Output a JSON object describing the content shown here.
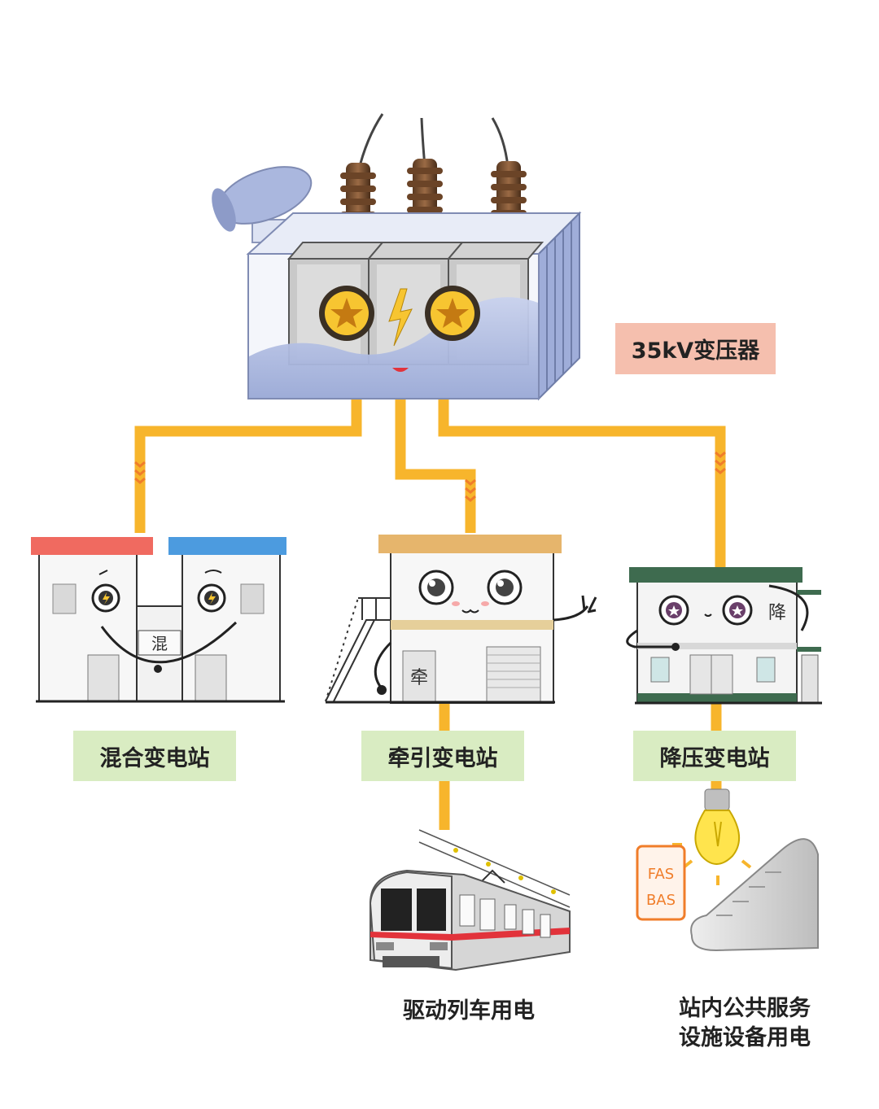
{
  "transformer": {
    "label": "35kV变压器"
  },
  "substations": [
    {
      "id": "hybrid",
      "label": "混合变电站",
      "sign": "混"
    },
    {
      "id": "traction",
      "label": "牵引变电站",
      "sign": "牵"
    },
    {
      "id": "stepdown",
      "label": "降压变电站",
      "sign": "降"
    }
  ],
  "consumers": {
    "train": {
      "label": "驱动列车用电"
    },
    "station": {
      "line1": "站内公共服务",
      "line2": "设施设备用电"
    }
  },
  "signs": {
    "fas": "FAS",
    "bas": "BAS"
  },
  "colors": {
    "cable": "#f7b52c",
    "transformer_label_bg": "#f5bfae",
    "substation_label_bg": "#d9ecc2",
    "roof_red": "#f06a60",
    "roof_blue": "#4c9bdf",
    "roof_tan": "#e6b56c",
    "roof_green": "#3e6b4f",
    "transformer_body": "#aab7de",
    "train_stripe": "#e2333b"
  }
}
